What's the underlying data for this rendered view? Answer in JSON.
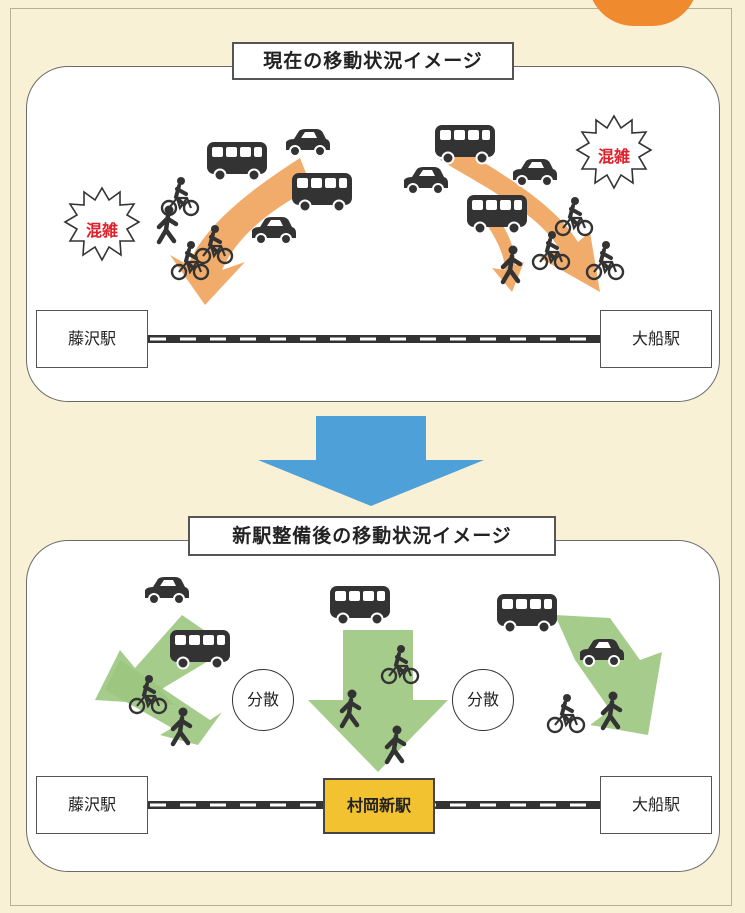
{
  "top_panel": {
    "heading": "現在の移動状況イメージ",
    "congestion_left": "混雑",
    "congestion_right": "混雑",
    "station_left": "藤沢駅",
    "station_right": "大船駅"
  },
  "bottom_panel": {
    "heading": "新駅整備後の移動状況イメージ",
    "station_left": "藤沢駅",
    "station_new": "村岡新駅",
    "station_right": "大船駅",
    "disperse_left": "分散",
    "disperse_right": "分散"
  },
  "colors": {
    "background": "#f8f1d6",
    "current_arrows": "#f0a35b",
    "future_arrows": "#9cc77f",
    "transition_arrow": "#4da0d8",
    "new_station": "#f2c230",
    "congestion_text": "#e0202a",
    "accent_corner": "#f08a2e"
  },
  "icons": [
    "car-icon",
    "bus-icon",
    "bicycle-icon",
    "pedestrian-icon",
    "burst-icon",
    "down-arrow-icon"
  ]
}
